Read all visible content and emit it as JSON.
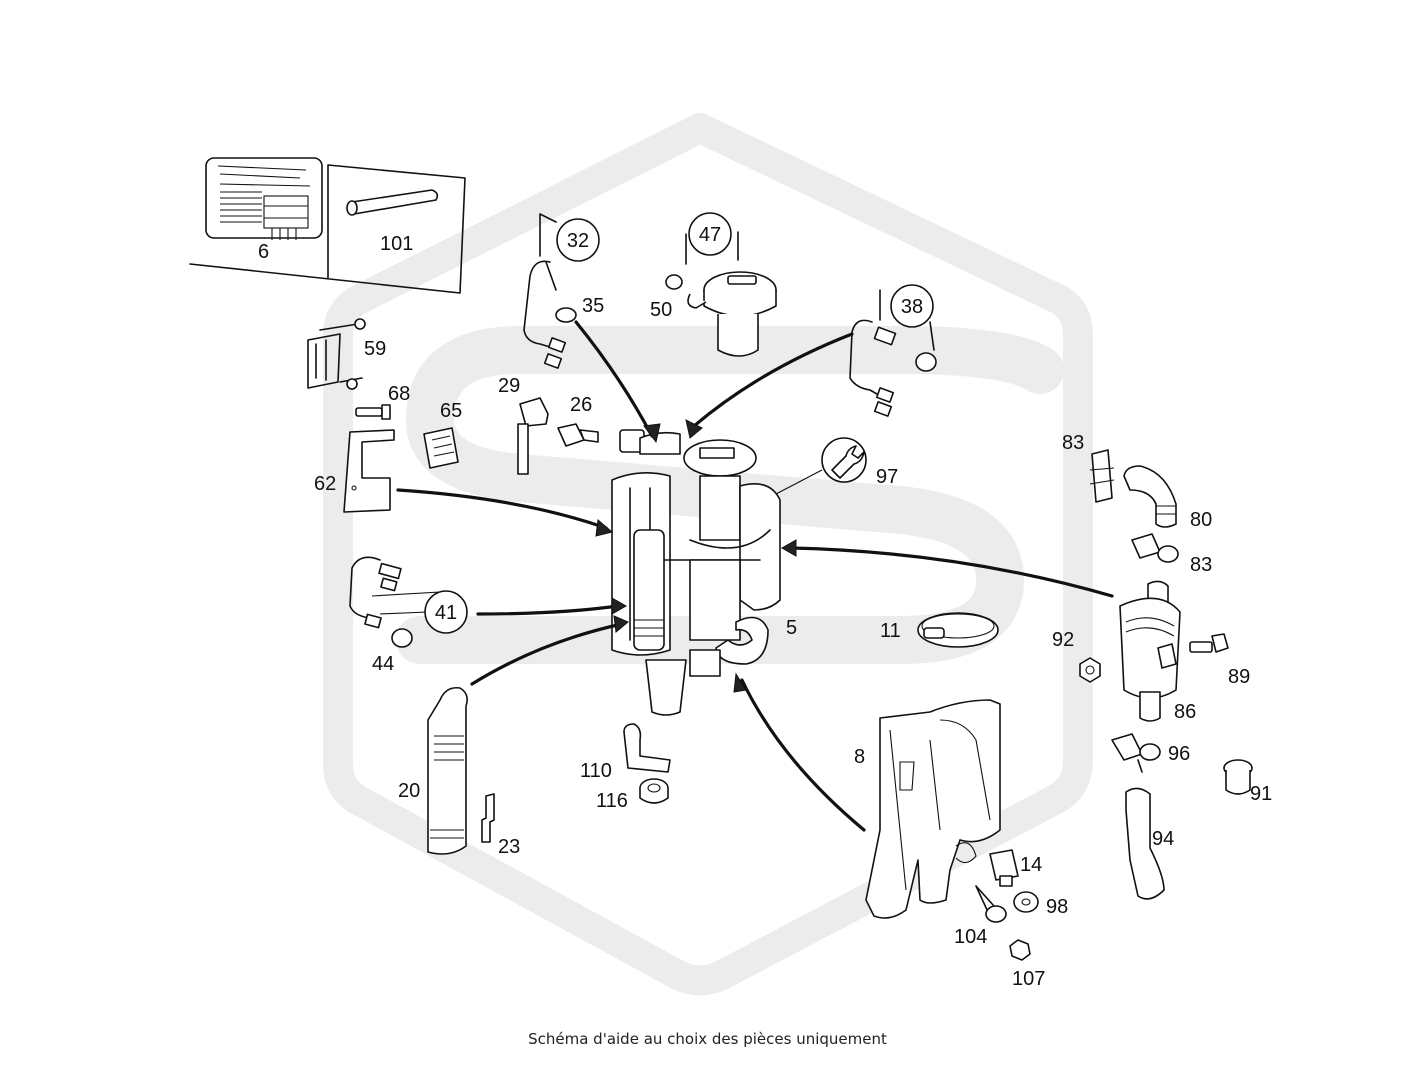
{
  "caption": "Schéma d'aide au choix des pièces uniquement",
  "watermark": {
    "color": "#ececec",
    "icon": "hexagon-s-logo-icon"
  },
  "labels": {
    "p5": "5",
    "p6": "6",
    "p8": "8",
    "p11": "11",
    "p14": "14",
    "p20": "20",
    "p23": "23",
    "p26": "26",
    "p29": "29",
    "p32": "32",
    "p35": "35",
    "p38": "38",
    "p41": "41",
    "p44": "44",
    "p47": "47",
    "p50": "50",
    "p59": "59",
    "p62": "62",
    "p65": "65",
    "p68": "68",
    "p80": "80",
    "p83a": "83",
    "p83b": "83",
    "p86": "86",
    "p89": "89",
    "p91": "91",
    "p92": "92",
    "p94": "94",
    "p96": "96",
    "p97": "97",
    "p98": "98",
    "p101": "101",
    "p104": "104",
    "p107": "107",
    "p110": "110",
    "p116": "116"
  }
}
